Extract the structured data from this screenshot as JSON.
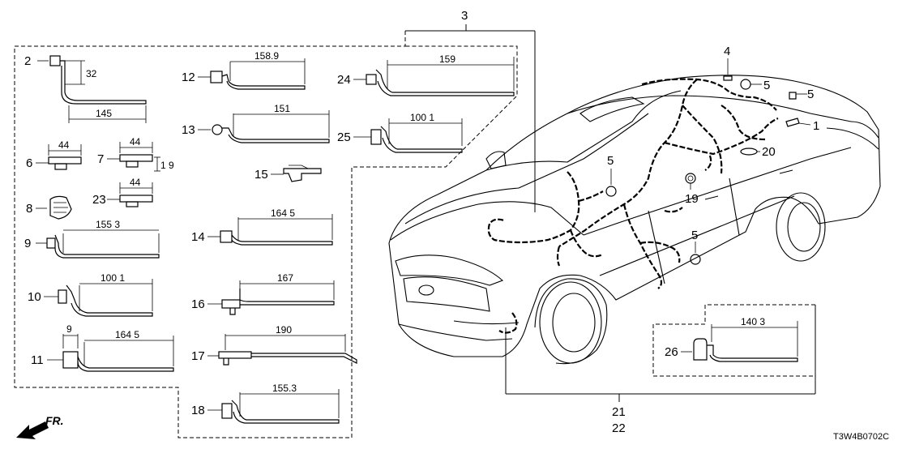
{
  "callouts": {
    "c1": "1",
    "c2": "2",
    "c3": "3",
    "c4": "4",
    "c5a": "5",
    "c5b": "5",
    "c5c": "5",
    "c5d": "5",
    "c6": "6",
    "c7": "7",
    "c8": "8",
    "c9": "9",
    "c10": "10",
    "c11": "11",
    "c12": "12",
    "c13": "13",
    "c14": "14",
    "c15": "15",
    "c16": "16",
    "c17": "17",
    "c18": "18",
    "c19": "19",
    "c20": "20",
    "c21": "21",
    "c22": "22",
    "c23": "23",
    "c24": "24",
    "c25": "25",
    "c26": "26"
  },
  "dimensions": {
    "d2_height": "32",
    "d2_length": "145",
    "d6": "44",
    "d7": "44",
    "d7_height": "1 9",
    "d23": "44",
    "d9": "155 3",
    "d10": "100 1",
    "d11_width": "9",
    "d11_length": "164 5",
    "d12": "158.9",
    "d13": "151",
    "d14": "164 5",
    "d16": "167",
    "d17": "190",
    "d18": "155.3",
    "d24": "159",
    "d25": "100 1",
    "d26": "140 3"
  },
  "direction_label": "FR.",
  "diagram_code": "T3W4B0702C"
}
